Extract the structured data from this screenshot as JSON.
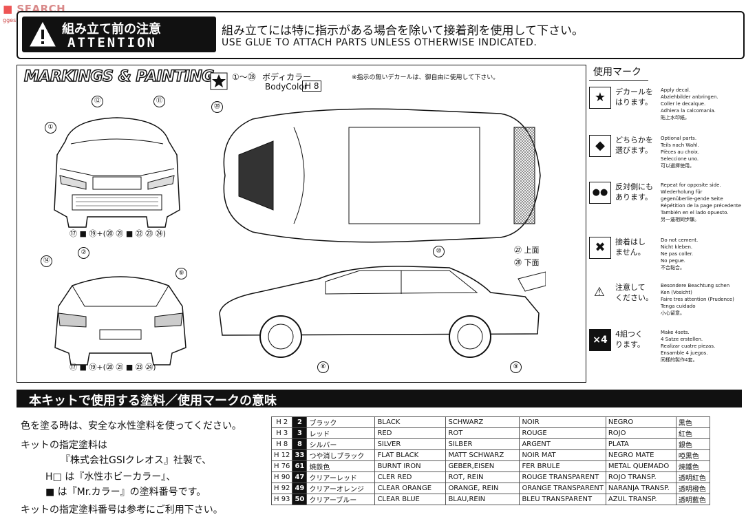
{
  "watermark": {
    "site": "SEARCH",
    "url": "ggeshop.com"
  },
  "attention": {
    "title_jp": "組み立て前の注意",
    "title_en": "ATTENTION",
    "text_jp": "組み立てには特に指示がある場合を除いて接着剤を使用して下さい。",
    "text_en": "USE GLUE TO ATTACH PARTS UNLESS OTHERWISE INDICATED."
  },
  "markings": {
    "title": "MARKINGS & PAINTING",
    "body_range": "①～㉘",
    "body_color_jp": "ボディカラー",
    "body_color_en": "BodyColor",
    "body_color_code": "H 8",
    "note": "※指示の無いデカールは、御自由に使用して下さい。",
    "top_labels": {
      "l27": "㉗",
      "l27_text": "上面",
      "l28": "㉘",
      "l28_text": "下面"
    },
    "front_row": "⑰ ■ ⑲+(⑳ ㉑ ■ ㉒ ㉓ ㉔)",
    "rear_row": "⑰ ■ ⑲+(⑳ ㉑ ■ ㉓ ㉔)",
    "callouts": [
      "①",
      "②",
      "⑧",
      "⑨",
      "⑩",
      "⑪",
      "⑫",
      "⑭",
      "⑳"
    ]
  },
  "legend": {
    "title": "使用マーク",
    "items": [
      {
        "icon": "★",
        "jp": "デカールを\nはります。",
        "text": "Apply decal.\nAbziehbilder anbringen.\nColler le decalque.\nAdhiera la calcomania.\n貼上水印紙。"
      },
      {
        "icon": "◆",
        "jp": "どちらかを\n選びます。",
        "text": "Optional parts.\nTeils nach Wahl.\nPièces au choix.\nSeleccione uno.\n可以選擇使用。"
      },
      {
        "icon": "●●",
        "jp": "反対側にも\nあります。",
        "text": "Repeat for opposite side.\nWiederholung für\ngegenüberlie-gende Seite\nRépétition de la page précedente\nTambién en el lado opuesto.\n另一邊相同步驟。"
      },
      {
        "icon": "✖",
        "jp": "接着はし\nません。",
        "text": "Do not cement.\nNicht kleben.\nNe pas coller.\nNo pegue.\n不合黏合。"
      },
      {
        "icon": "⚠",
        "jp": "注意して\nください。",
        "text": "Besondere Beachtung schen\nKen (Vosicht)\nFaire tres attention (Prudence)\nTenga cuidado\n小心留意。"
      },
      {
        "icon": "×4",
        "jp": "4組つく\nります。",
        "text": "Make 4sets.\n4 Satze erstellen.\nRealizar cuatre piezas.\nEnsamble 4 juegos.\n同樣的製作4套。"
      }
    ]
  },
  "paint_section": {
    "title": "本キットで使用する塗料／使用マークの意味",
    "lines": [
      "色を塗る時は、安全な水性塗料を使ってください。",
      "キットの指定塗料は",
      "『株式会社GSIクレオス』社製で、",
      "H□ は『水性ホビーカラー』、",
      "■ は『Mr.カラー』の塗料番号です。",
      "キットの指定塗料番号は参考にご利用下さい。"
    ],
    "rows": [
      [
        "H 2",
        "2",
        "ブラック",
        "BLACK",
        "SCHWARZ",
        "NOIR",
        "NEGRO",
        "黒色"
      ],
      [
        "H 3",
        "3",
        "レッド",
        "RED",
        "ROT",
        "ROUGE",
        "ROJO",
        "紅色"
      ],
      [
        "H 8",
        "8",
        "シルバー",
        "SILVER",
        "SILBER",
        "ARGENT",
        "PLATA",
        "銀色"
      ],
      [
        "H 12",
        "33",
        "つや消しブラック",
        "FLAT BLACK",
        "MATT SCHWARZ",
        "NOIR MAT",
        "NEGRO MATE",
        "啞黒色"
      ],
      [
        "H 76",
        "61",
        "焼鉄色",
        "BURNT IRON",
        "GEBER,EISEN",
        "FER BRULE",
        "METAL QUEMADO",
        "焼鐵色"
      ],
      [
        "H 90",
        "47",
        "クリアーレッド",
        "CLER RED",
        "ROT, REIN",
        "ROUGE TRANSPARENT",
        "ROJO TRANSP.",
        "透明紅色"
      ],
      [
        "H 92",
        "49",
        "クリアーオレンジ",
        "CLEAR ORANGE",
        "ORANGE, REIN",
        "ORANGE TRANSPARENT",
        "NARANJA TRANSP.",
        "透明橙色"
      ],
      [
        "H 93",
        "50",
        "クリアーブルー",
        "CLEAR BLUE",
        "BLAU,REIN",
        "BLEU TRANSPARENT",
        "AZUL TRANSP.",
        "透明藍色"
      ]
    ]
  }
}
